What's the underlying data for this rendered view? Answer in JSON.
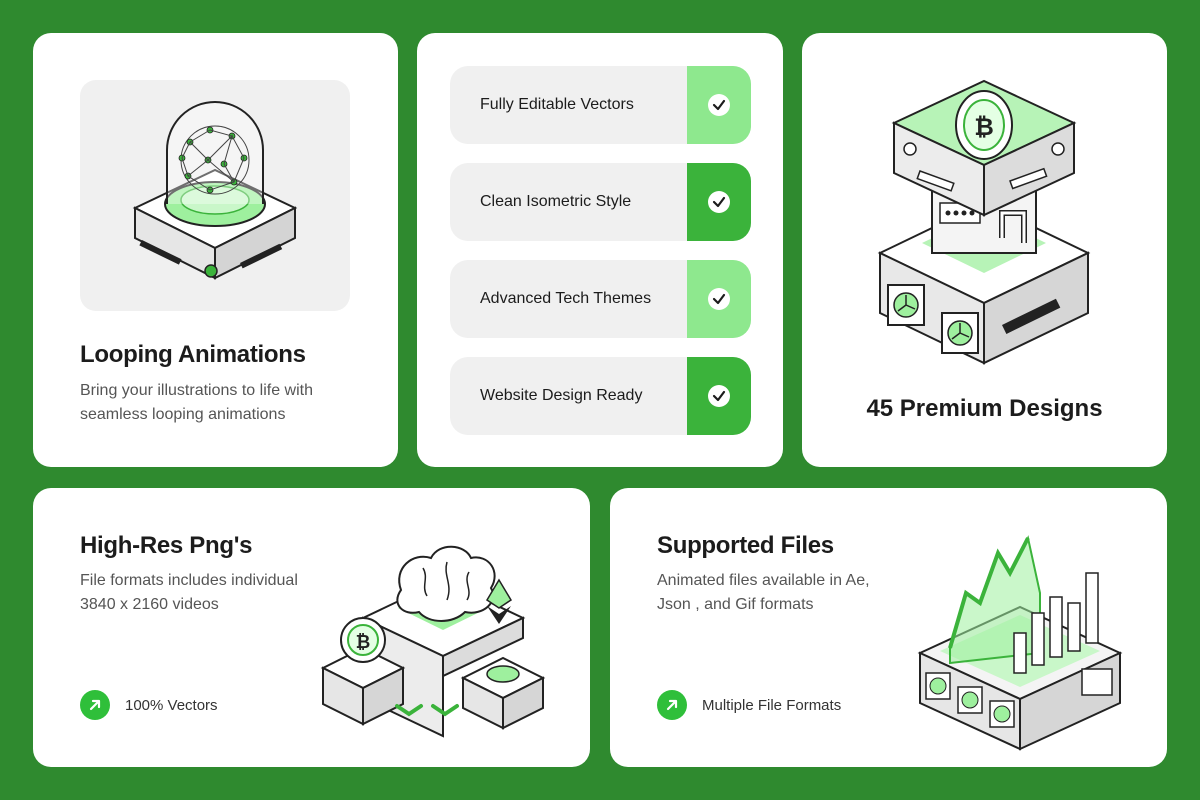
{
  "colors": {
    "background": "#2f8a2f",
    "card": "#ffffff",
    "accent_light": "#7de07d",
    "accent_dark": "#3bb33b",
    "pill_green": "#2fbf3a"
  },
  "looping": {
    "title": "Looping Animations",
    "description_line1": "Bring your illustrations to life with",
    "description_line2": "seamless looping animations",
    "illustration": "globe-dome-icon"
  },
  "features": [
    {
      "label": "Fully Editable Vectors",
      "check_color": "#8ee88e"
    },
    {
      "label": "Clean Isometric Style",
      "check_color": "#3bb33b"
    },
    {
      "label": "Advanced Tech Themes",
      "check_color": "#8ee88e"
    },
    {
      "label": "Website Design Ready",
      "check_color": "#3bb33b"
    }
  ],
  "premium": {
    "title": "45 Premium Designs",
    "illustration": "bitcoin-mining-machine-icon"
  },
  "highres": {
    "title": "High-Res Png's",
    "description_line1": "File formats includes individual",
    "description_line2": "3840 x 2160 videos",
    "badge_label": "100% Vectors",
    "illustration": "brain-crypto-server-icon"
  },
  "files": {
    "title": "Supported Files",
    "description_line1": "Animated files available in Ae,",
    "description_line2": "Json , and Gif formats",
    "badge_label": "Multiple File Formats",
    "illustration": "growth-chart-server-icon"
  }
}
